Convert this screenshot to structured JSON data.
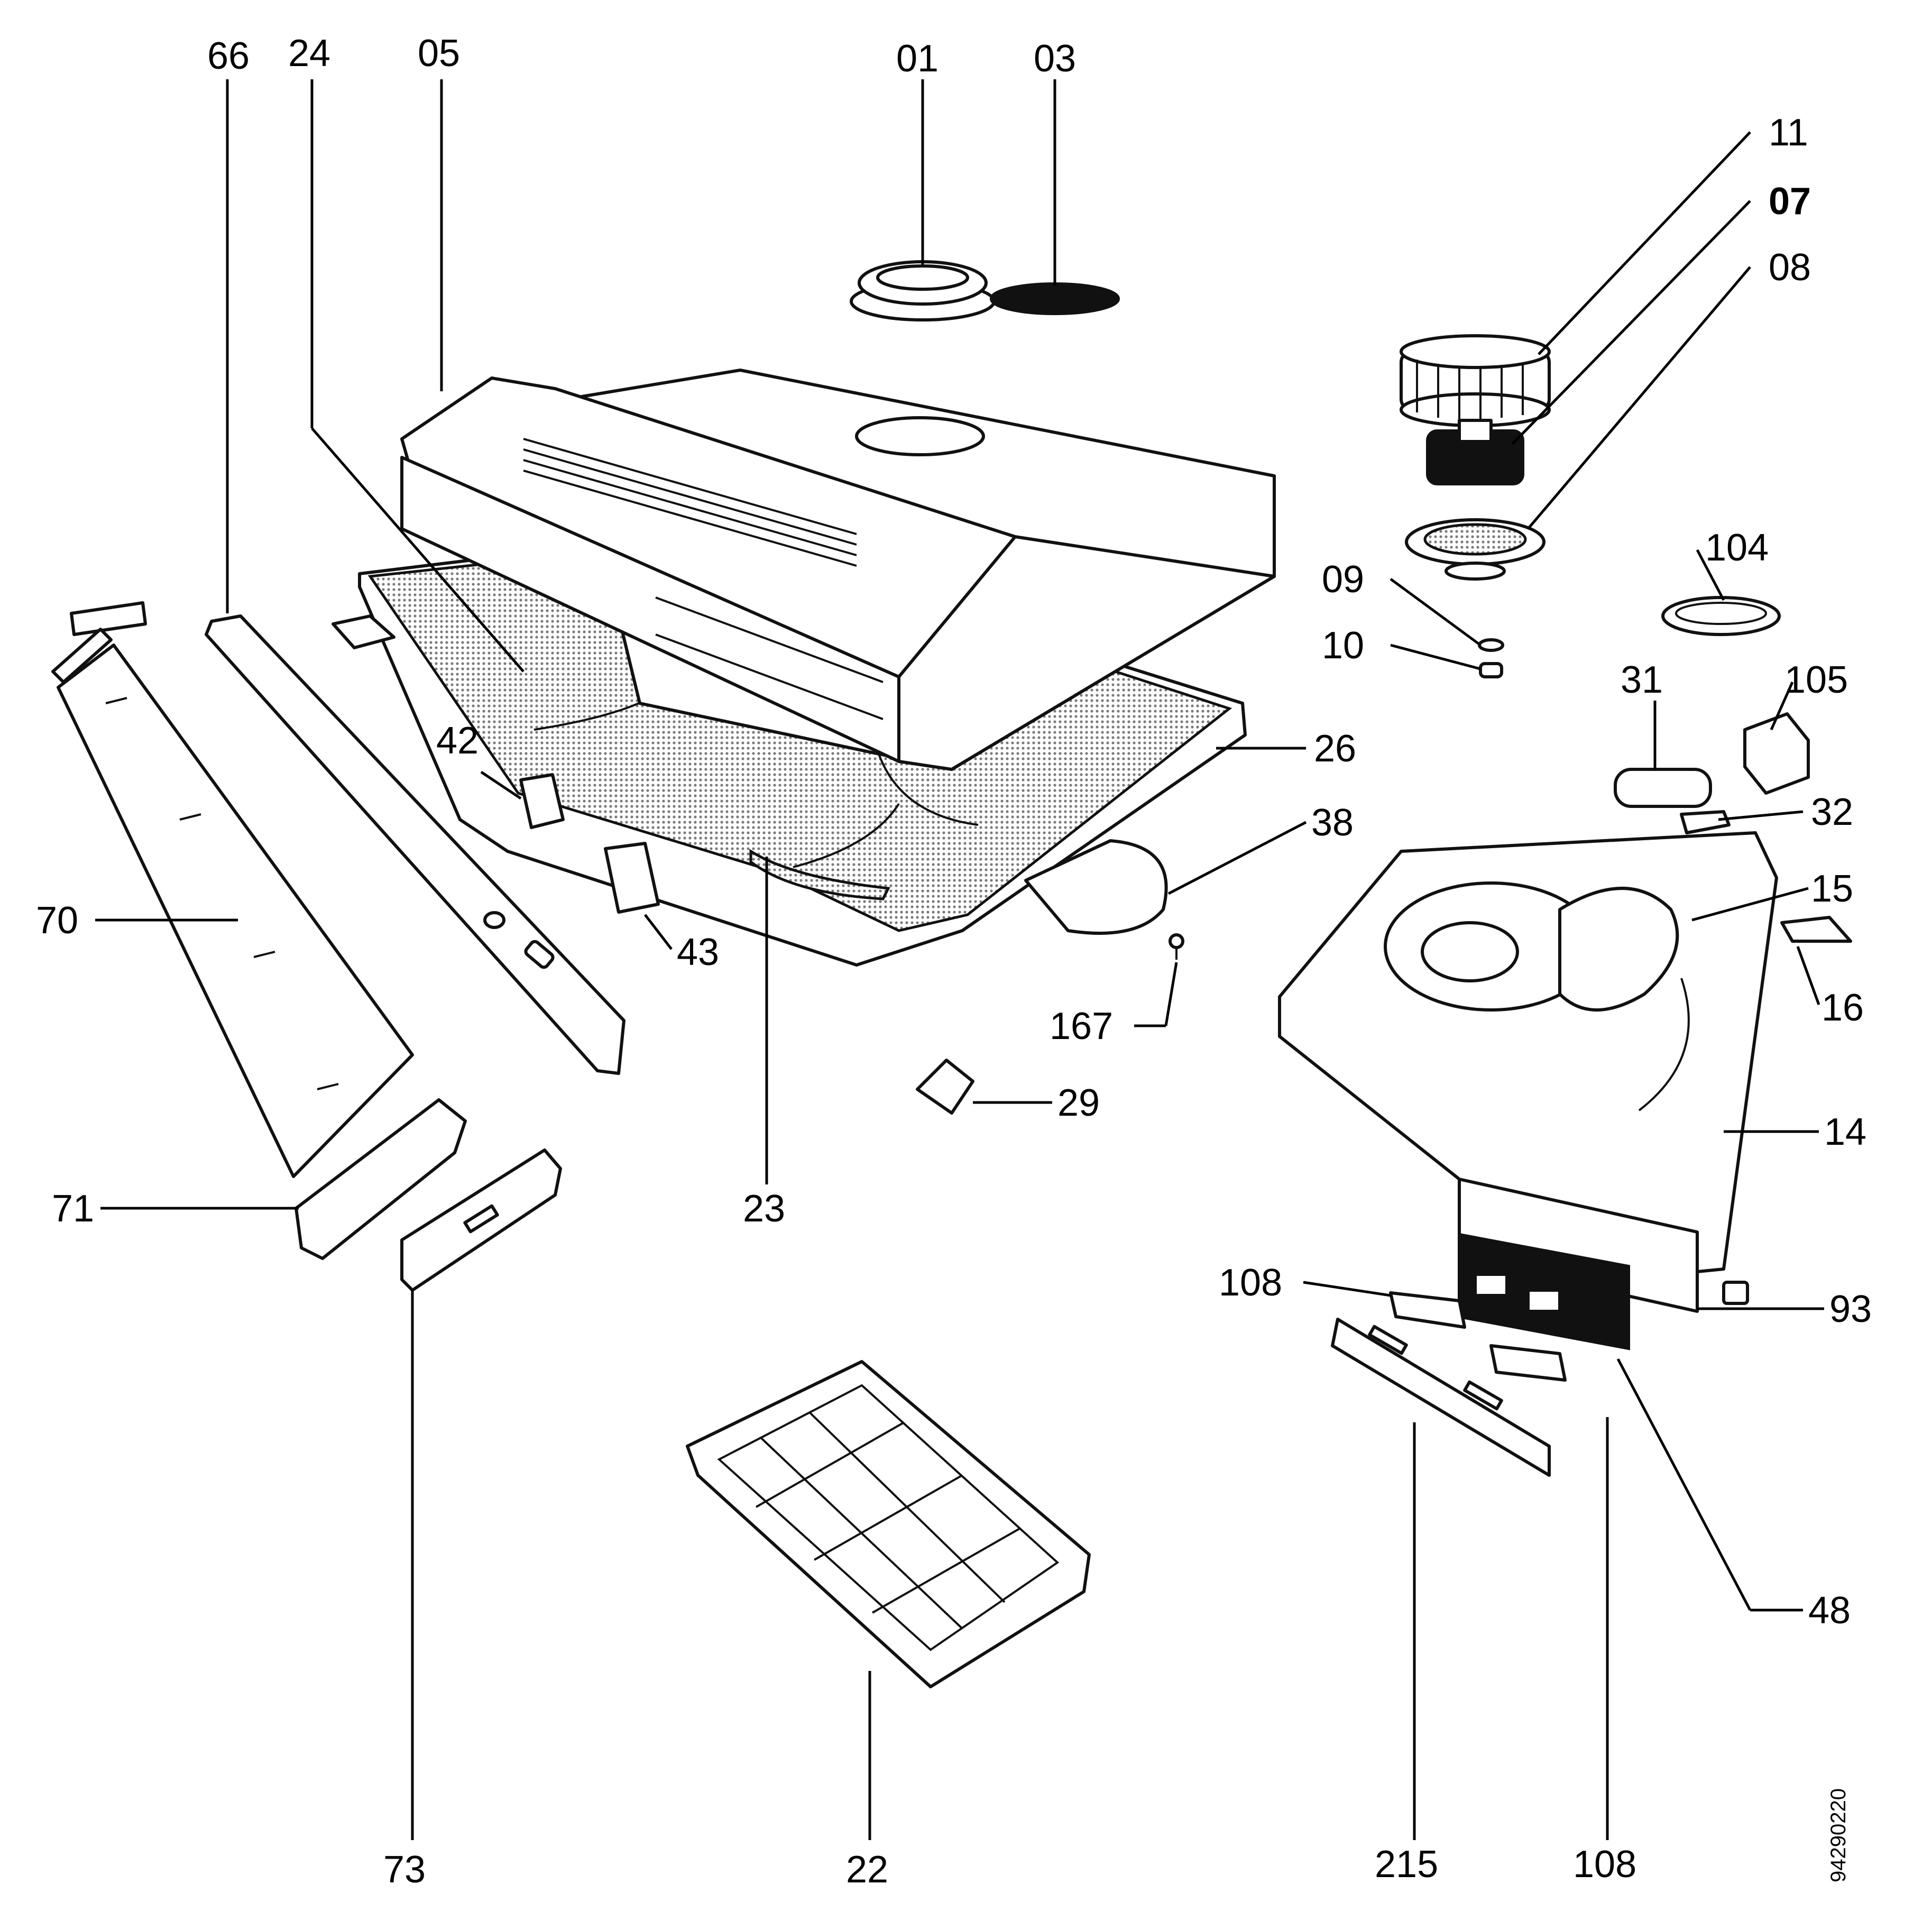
{
  "callouts": {
    "c66": "66",
    "c24": "24",
    "c05": "05",
    "c01": "01",
    "c03": "03",
    "c11": "11",
    "c07": "07",
    "c08": "08",
    "c09": "09",
    "c10": "10",
    "c104": "104",
    "c31": "31",
    "c105": "105",
    "c26": "26",
    "c42": "42",
    "c32": "32",
    "c38": "38",
    "c15": "15",
    "c70": "70",
    "c43": "43",
    "c16": "16",
    "c167": "167",
    "c29": "29",
    "c14": "14",
    "c23": "23",
    "c71": "71",
    "c108a": "108",
    "c93": "93",
    "c48": "48",
    "c73": "73",
    "c22": "22",
    "c215": "215",
    "c108b": "108"
  },
  "document_number": "94290220",
  "colors": {
    "ink": "#111111",
    "paper": "#ffffff",
    "mesh": "#c8c8c8"
  }
}
